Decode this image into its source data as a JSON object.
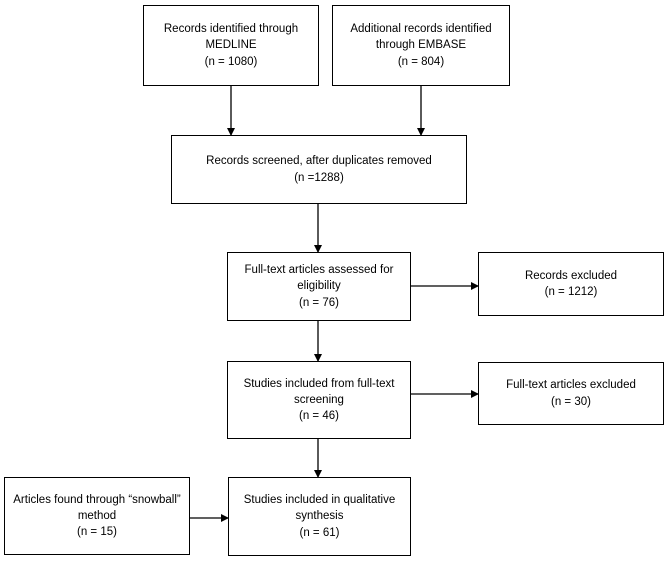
{
  "boxes": {
    "medline": [
      "Records identified through",
      "MEDLINE",
      "(n = 1080)"
    ],
    "embase": [
      "Additional records identified",
      "through EMBASE",
      "(n = 804)"
    ],
    "screened": [
      "Records screened, after duplicates removed",
      "(n =1288)"
    ],
    "fulltext": [
      "Full-text articles assessed for",
      "eligibility",
      "(n = 76)"
    ],
    "excluded": [
      "Records excluded",
      "(n = 1212)"
    ],
    "included_ft": [
      "Studies included from full-text",
      "screening",
      "(n = 46)"
    ],
    "ft_excluded": [
      "Full-text articles excluded",
      "(n = 30)"
    ],
    "snowball": [
      "Articles found through “snowball”",
      "method",
      "(n = 15)"
    ],
    "qualitative": [
      "Studies included in qualitative",
      "synthesis",
      "(n = 61)"
    ]
  }
}
